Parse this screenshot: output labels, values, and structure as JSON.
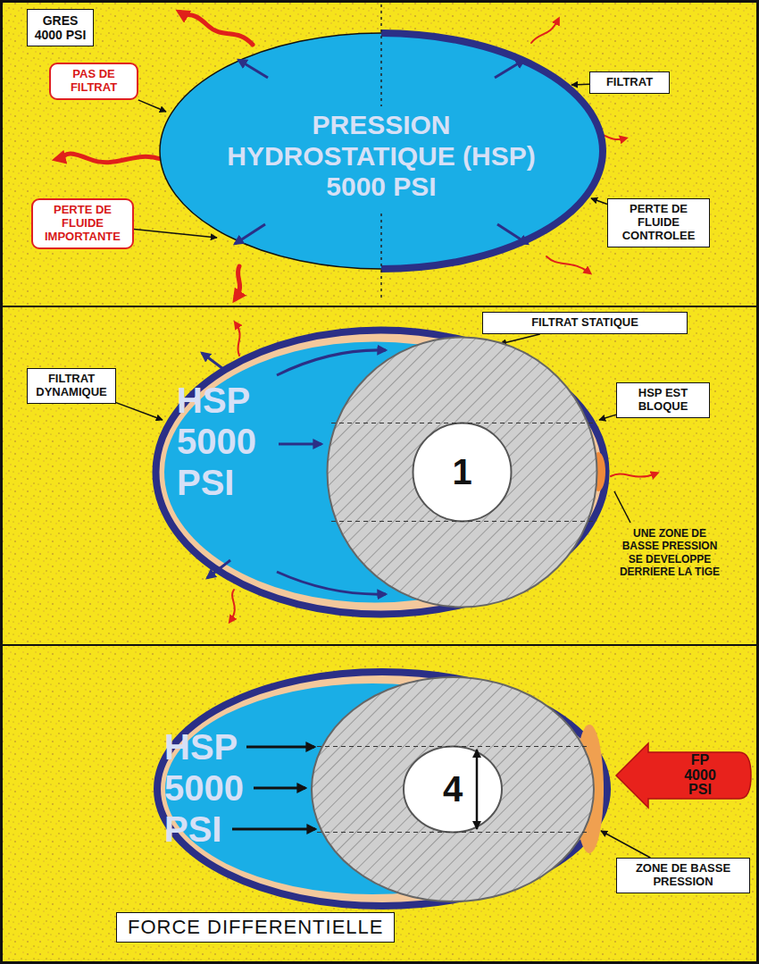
{
  "diagram": {
    "title": "FORCE DIFFERENTIELLE",
    "nodes": [
      {
        "text": [
          "GRES 4000 PSI"
        ]
      },
      {
        "text": [
          "PAS DE FILTRAT"
        ]
      },
      {
        "text": [
          "FILTRAT"
        ]
      },
      {
        "text": [
          "PRESSION HYDROSTATIQUE (HSP) 5000 PSI"
        ]
      },
      {
        "text": [
          "PERTE DE FLUIDE IMPORTANTE"
        ]
      },
      {
        "text": [
          "PERTE DE FLUIDE CONTROLEE"
        ]
      },
      {
        "text": [
          "FILTRAT STATIQUE"
        ]
      },
      {
        "text": [
          "FILTRAT DYNAMIQUE"
        ]
      },
      {
        "text": [
          "HSP 5000 PSI"
        ]
      },
      {
        "text": [
          "1"
        ],
        "in": 8
      },
      {
        "text": [
          "HSP EST BLOQUE"
        ]
      },
      {
        "text": [
          "HSP 5000 PSI"
        ]
      },
      {
        "text": [
          "4"
        ],
        "in": 11
      },
      {
        "text": [
          "FP 4000 PSI"
        ]
      },
      {
        "text": [
          "ZONE DE BASSE PRESSION"
        ]
      }
    ],
    "edges": [
      {
        "from": 1,
        "to": 3,
        "arrow": "to"
      },
      {
        "from": 4,
        "to": 3,
        "arrow": "to"
      },
      {
        "from": 2,
        "to": 3,
        "arrow": "to"
      },
      {
        "from": 5,
        "to": 3,
        "arrow": "to"
      },
      {
        "from": 6,
        "to": 8,
        "arrow": "to"
      },
      {
        "from": 7,
        "to": 8,
        "arrow": "to"
      },
      {
        "from": 10,
        "to": 8,
        "arrow": "to"
      },
      {
        "from": 14,
        "to": 11,
        "arrow": "to"
      }
    ],
    "labels": [
      "UNE ZONE DE BASSE PRESSION SE DEVELOPPE DERRIERE LA TIGE"
    ]
  }
}
